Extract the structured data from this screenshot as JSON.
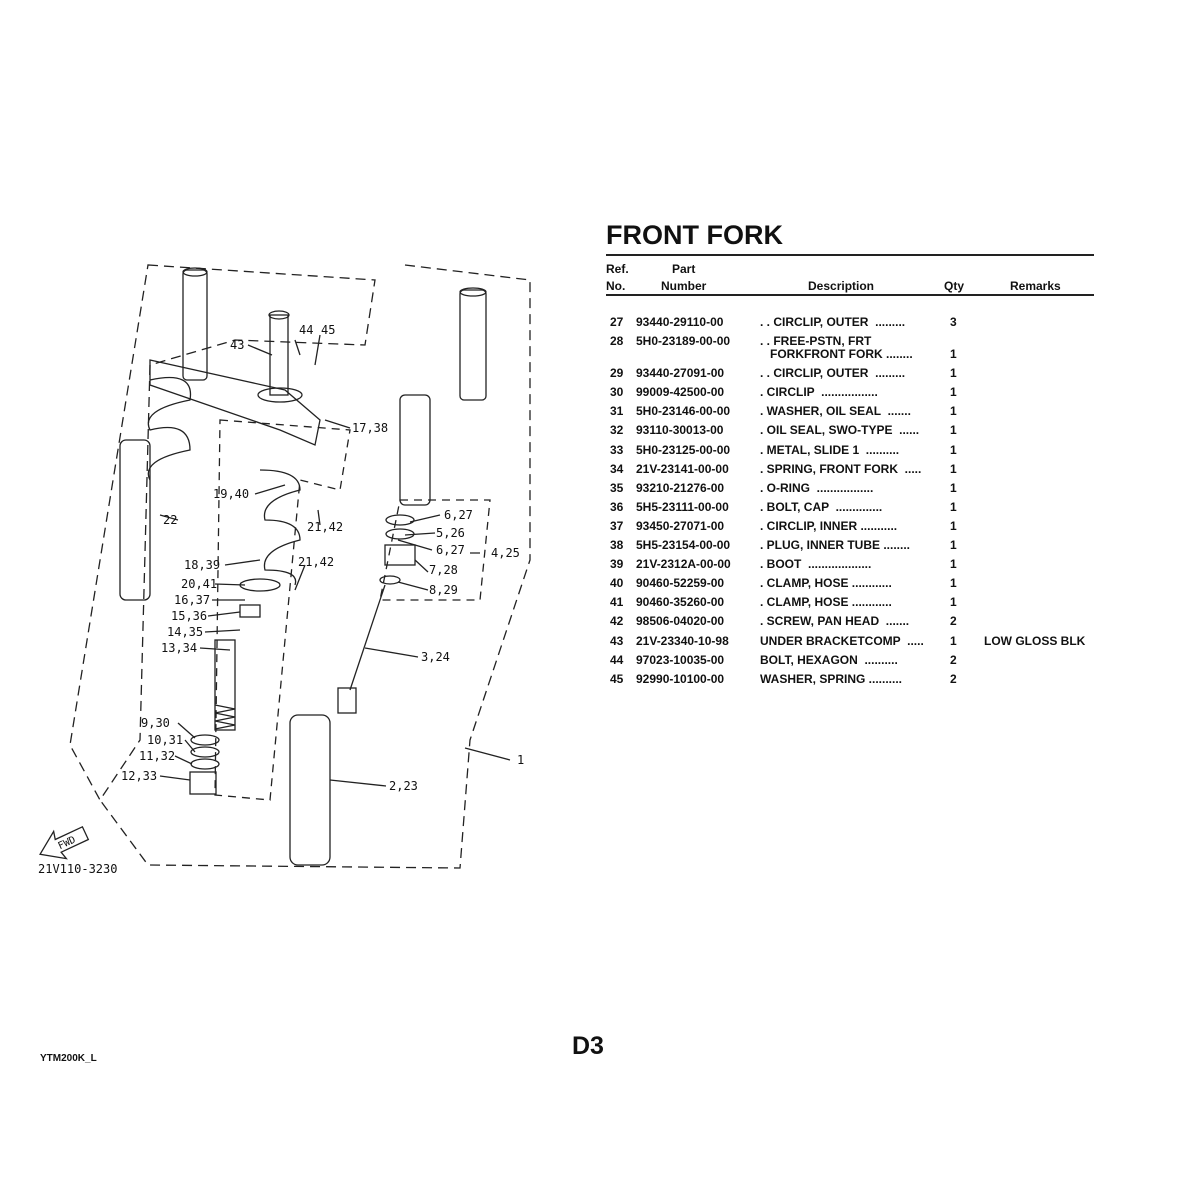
{
  "title": "FRONT FORK",
  "headers": {
    "ref1": "Ref.",
    "ref2": "No.",
    "part1": "Part",
    "part2": "Number",
    "desc": "Description",
    "qty": "Qty",
    "remarks": "Remarks"
  },
  "rows": [
    {
      "ref": "27",
      "part": "93440-29110-00",
      "desc": ". . CIRCLIP, OUTER  .........",
      "qty": "3",
      "remarks": ""
    },
    {
      "ref": "28",
      "part": "5H0-23189-00-00",
      "desc": ". . FREE-PSTN, FRT",
      "desc2": "FORKFRONT FORK ........",
      "qty": "1",
      "remarks": ""
    },
    {
      "ref": "29",
      "part": "93440-27091-00",
      "desc": ". . CIRCLIP, OUTER  .........",
      "qty": "1",
      "remarks": ""
    },
    {
      "ref": "30",
      "part": "99009-42500-00",
      "desc": ". CIRCLIP  .................",
      "qty": "1",
      "remarks": ""
    },
    {
      "ref": "31",
      "part": "5H0-23146-00-00",
      "desc": ". WASHER, OIL SEAL  .......",
      "qty": "1",
      "remarks": ""
    },
    {
      "ref": "32",
      "part": "93110-30013-00",
      "desc": ". OIL SEAL, SWO-TYPE  ......",
      "qty": "1",
      "remarks": ""
    },
    {
      "ref": "33",
      "part": "5H0-23125-00-00",
      "desc": ". METAL, SLIDE 1  ..........",
      "qty": "1",
      "remarks": ""
    },
    {
      "ref": "34",
      "part": "21V-23141-00-00",
      "desc": ". SPRING, FRONT FORK  .....",
      "qty": "1",
      "remarks": ""
    },
    {
      "ref": "35",
      "part": "93210-21276-00",
      "desc": ". O-RING  .................",
      "qty": "1",
      "remarks": ""
    },
    {
      "ref": "36",
      "part": "5H5-23111-00-00",
      "desc": ". BOLT, CAP  ..............",
      "qty": "1",
      "remarks": ""
    },
    {
      "ref": "37",
      "part": "93450-27071-00",
      "desc": ". CIRCLIP, INNER ...........",
      "qty": "1",
      "remarks": ""
    },
    {
      "ref": "38",
      "part": "5H5-23154-00-00",
      "desc": ". PLUG, INNER TUBE ........",
      "qty": "1",
      "remarks": ""
    },
    {
      "ref": "39",
      "part": "21V-2312A-00-00",
      "desc": ". BOOT  ...................",
      "qty": "1",
      "remarks": ""
    },
    {
      "ref": "40",
      "part": "90460-52259-00",
      "desc": ". CLAMP, HOSE ............",
      "qty": "1",
      "remarks": ""
    },
    {
      "ref": "41",
      "part": "90460-35260-00",
      "desc": ". CLAMP, HOSE ............",
      "qty": "1",
      "remarks": ""
    },
    {
      "ref": "42",
      "part": "98506-04020-00",
      "desc": ". SCREW, PAN HEAD  .......",
      "qty": "2",
      "remarks": ""
    },
    {
      "ref": "43",
      "part": "21V-23340-10-98",
      "desc": "UNDER BRACKETCOMP  .....",
      "qty": "1",
      "remarks": "LOW GLOSS BLK"
    },
    {
      "ref": "44",
      "part": "97023-10035-00",
      "desc": "BOLT, HEXAGON  ..........",
      "qty": "2",
      "remarks": ""
    },
    {
      "ref": "45",
      "part": "92990-10100-00",
      "desc": "WASHER, SPRING ..........",
      "qty": "2",
      "remarks": ""
    }
  ],
  "diagram": {
    "callouts": [
      "43",
      "44",
      "45",
      "17,38",
      "19,40",
      "21,42",
      "22",
      "18,39",
      "20,41",
      "21,42",
      "16,37",
      "15,36",
      "14,35",
      "13,34",
      "6,27",
      "5,26",
      "6,27",
      "4,25",
      "7,28",
      "8,29",
      "3,24",
      "9,30",
      "10,31",
      "11,32",
      "12,33",
      "2,23",
      "1"
    ],
    "fwd": "FWD",
    "drawing_code": "21V110-3230"
  },
  "footer": {
    "code": "YTM200K_L",
    "page": "D3"
  }
}
